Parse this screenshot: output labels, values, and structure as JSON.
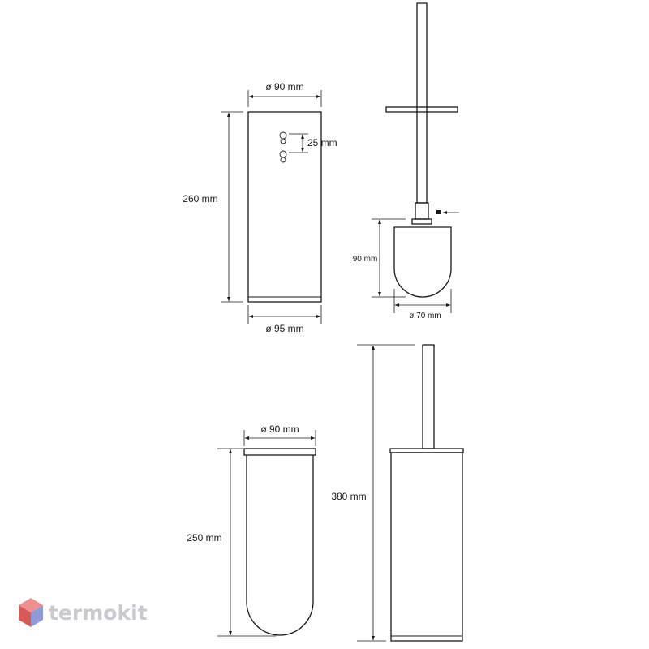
{
  "dimensions": {
    "holder_top_diameter": "ø 90 mm",
    "holder_bottom_diameter": "ø 95 mm",
    "holder_height": "260 mm",
    "keyhole_spacing": "25 mm",
    "brush_head_height": "90 mm",
    "brush_head_diameter": "ø 70 mm",
    "insert_diameter": "ø 90 mm",
    "insert_height": "250 mm",
    "total_height": "380 mm"
  },
  "watermark": {
    "brand": "termokit",
    "colors": {
      "top": "#ef8f8f",
      "left": "#d45a5a",
      "right": "#8f9bd6"
    }
  }
}
